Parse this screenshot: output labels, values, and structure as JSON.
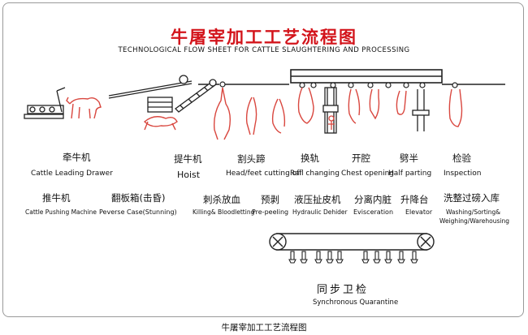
{
  "title_cn": "牛屠宰加工工艺流程图",
  "title_en": "TECHNOLOGICAL FLOW SHEET FOR CATTLE SLAUGHTERING AND PROCESSING",
  "steps_row1": [
    {
      "cn": "牵牛机",
      "en": "Cattle Leading Drawer"
    },
    {
      "cn": "提牛机",
      "en": "Hoist"
    },
    {
      "cn": "割头蹄",
      "en": "Head/feet cutting off"
    },
    {
      "cn": "换轨",
      "en": "Rail changing"
    },
    {
      "cn": "开腔",
      "en": "Chest opening"
    },
    {
      "cn": "劈半",
      "en": "Half parting"
    },
    {
      "cn": "检验",
      "en": "Inspection"
    }
  ],
  "steps_row2": [
    {
      "cn": "推牛机",
      "en": "Cattle Pushing Machine"
    },
    {
      "cn": "翻板箱(击昏)",
      "en": "Peverse Case(Stunning)"
    },
    {
      "cn": "刺杀放血",
      "en": "Killing& Bloodletting"
    },
    {
      "cn": "预剥",
      "en": "Pre-peeling"
    },
    {
      "cn": "液压扯皮机",
      "en": "Hydraulic Dehider"
    },
    {
      "cn": "分离内脏",
      "en": "Evisceration"
    },
    {
      "cn": "升降台",
      "en": "Elevator"
    },
    {
      "cn": "洗整过磅入库",
      "en": "Washing/Sorting&",
      "en2": "Weighing/Warehousing"
    }
  ],
  "quarantine": {
    "cn": "同步卫检",
    "en": "Synchronous Quarantine"
  },
  "caption": "牛屠宰加工工艺流程图",
  "colors": {
    "title": "#d3141b",
    "carcass": "#d9473f",
    "line": "#222222"
  }
}
